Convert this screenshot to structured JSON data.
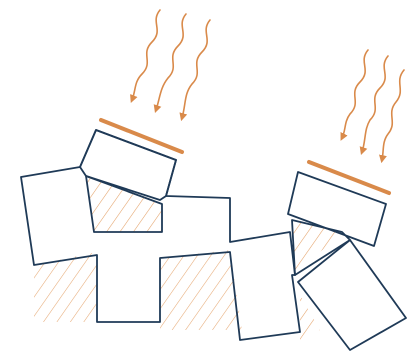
{
  "colors": {
    "background": "#ffffff",
    "outline": "#1f3a57",
    "accent": "#d98a4a",
    "hatch": "#e3a066"
  },
  "elements": {
    "left_heat_arrows": 3,
    "right_heat_arrows": 3,
    "absorbing_plates": 2,
    "hatched_regions": 4
  }
}
